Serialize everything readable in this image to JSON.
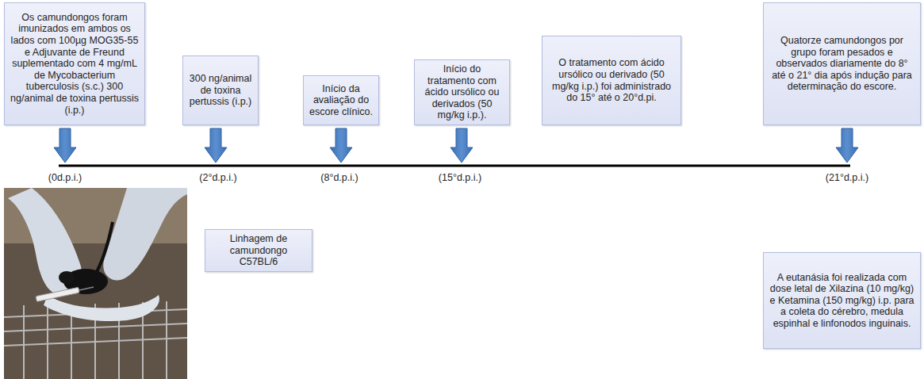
{
  "diagram": {
    "nodes": [
      {
        "text": [
          "Os camundongos foram imunizados em ambos os lados com 100µg MOG35-55 e Adjuvante de Freund suplementado com 4 mg/mL de Mycobacterium tuberculosis (s.c.) 300 ng/animal de toxina pertussis (i.p.)"
        ]
      },
      {
        "text": [
          "300 ng/animal de toxina pertussis (i.p.)"
        ]
      },
      {
        "text": [
          "Início da avaliação do escore clínico."
        ]
      },
      {
        "text": [
          "Início do tratamento com ácido ursólico ou derivados (50 mg/kg i.p.)."
        ]
      },
      {
        "text": [
          "O tratamento com ácido ursólico ou derivado (50 mg/kg i.p.) foi administrado do 15° até o 20°d.pi."
        ]
      },
      {
        "text": [
          "Quatorze camundongos por grupo foram pesados e observados diariamente do 8° até o 21° dia após indução para determinação do escore."
        ]
      },
      {
        "text": [
          "Linhagem de camundongo C57BL/6"
        ]
      },
      {
        "text": [
          "A eutanásia foi realizada com dose letal de Xilazina (10 mg/kg) e Ketamina (150 mg/kg) i.p. para a coleta do cérebro, medula espinhal e linfonodos inguinais."
        ]
      }
    ],
    "labels": [
      "(0d.p.i.)",
      "(2°d.p.i.)",
      "(8°d.p.i.)",
      "(15°d.p.i.)",
      "(21°d.p.i.)"
    ]
  }
}
